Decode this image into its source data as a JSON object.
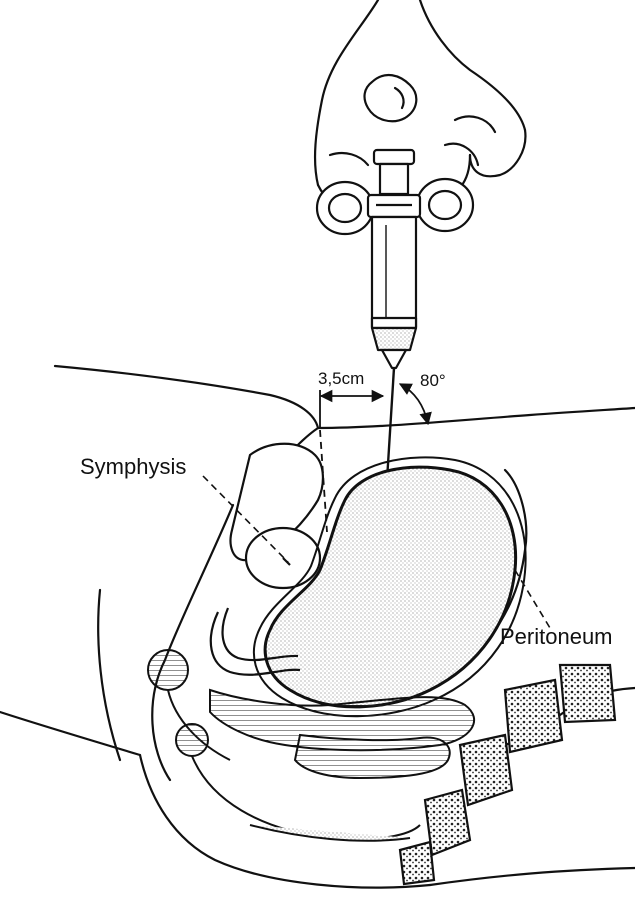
{
  "labels": {
    "symphysis": "Symphysis",
    "peritoneum": "Peritoneum",
    "distance": "3,5cm",
    "angle": "80°"
  },
  "colors": {
    "line": "#111111",
    "background": "#ffffff",
    "stipple": "#d8d8d8"
  },
  "icons": {
    "hand": "hand-illustration",
    "syringe": "syringe-illustration"
  }
}
